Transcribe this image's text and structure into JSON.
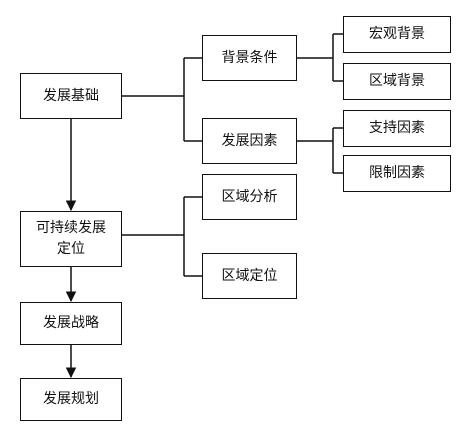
{
  "nodes": {
    "root": "发展基础",
    "background": "背景条件",
    "development_factors": "发展因素",
    "macro_background": "宏观背景",
    "regional_background": "区域背景",
    "supporting_factors": "支持因素",
    "limiting_factors": "限制因素",
    "positioning_line1": "可持续发展",
    "positioning_line2": "定位",
    "regional_analysis": "区域分析",
    "regional_positioning": "区域定位",
    "strategy": "发展战略",
    "planning": "发展规划"
  }
}
